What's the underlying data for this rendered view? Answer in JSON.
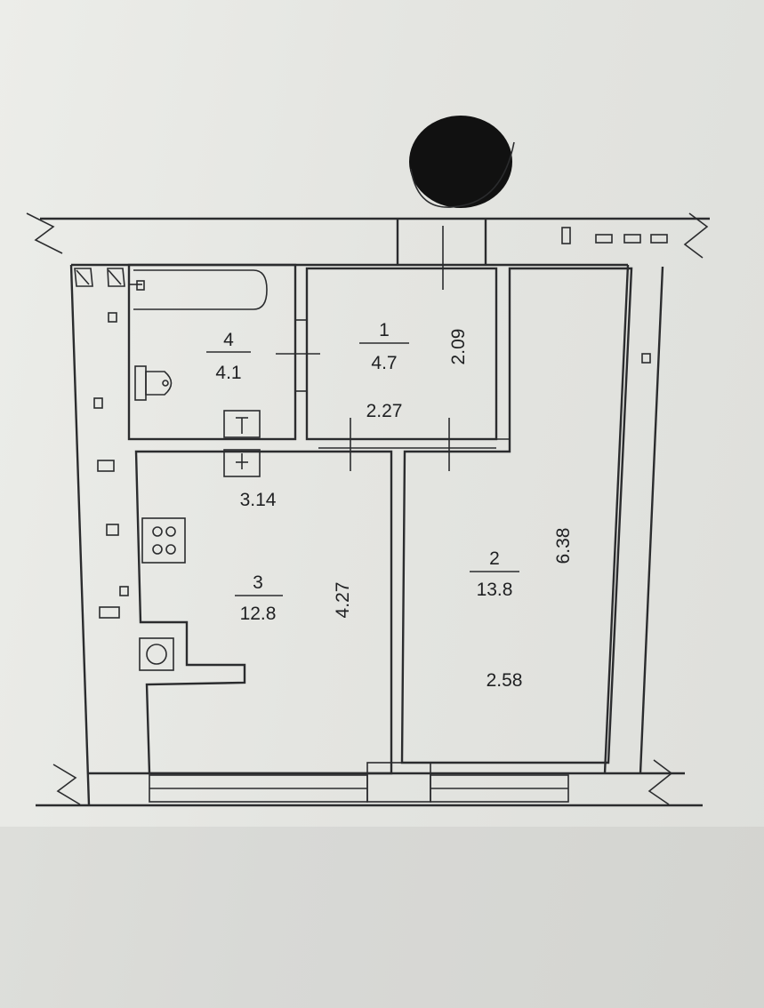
{
  "rooms": [
    {
      "number": "1",
      "area": "4.7"
    },
    {
      "number": "2",
      "area": "13.8"
    },
    {
      "number": "3",
      "area": "12.8"
    },
    {
      "number": "4",
      "area": "4.1"
    }
  ],
  "dimensions": {
    "hall_depth": "2.09",
    "hall_width": "2.27",
    "kitchen_width": "3.14",
    "kitchen_depth": "4.27",
    "room_depth": "6.38",
    "room_width": "2.58"
  },
  "redaction": {
    "color": "#111111"
  }
}
